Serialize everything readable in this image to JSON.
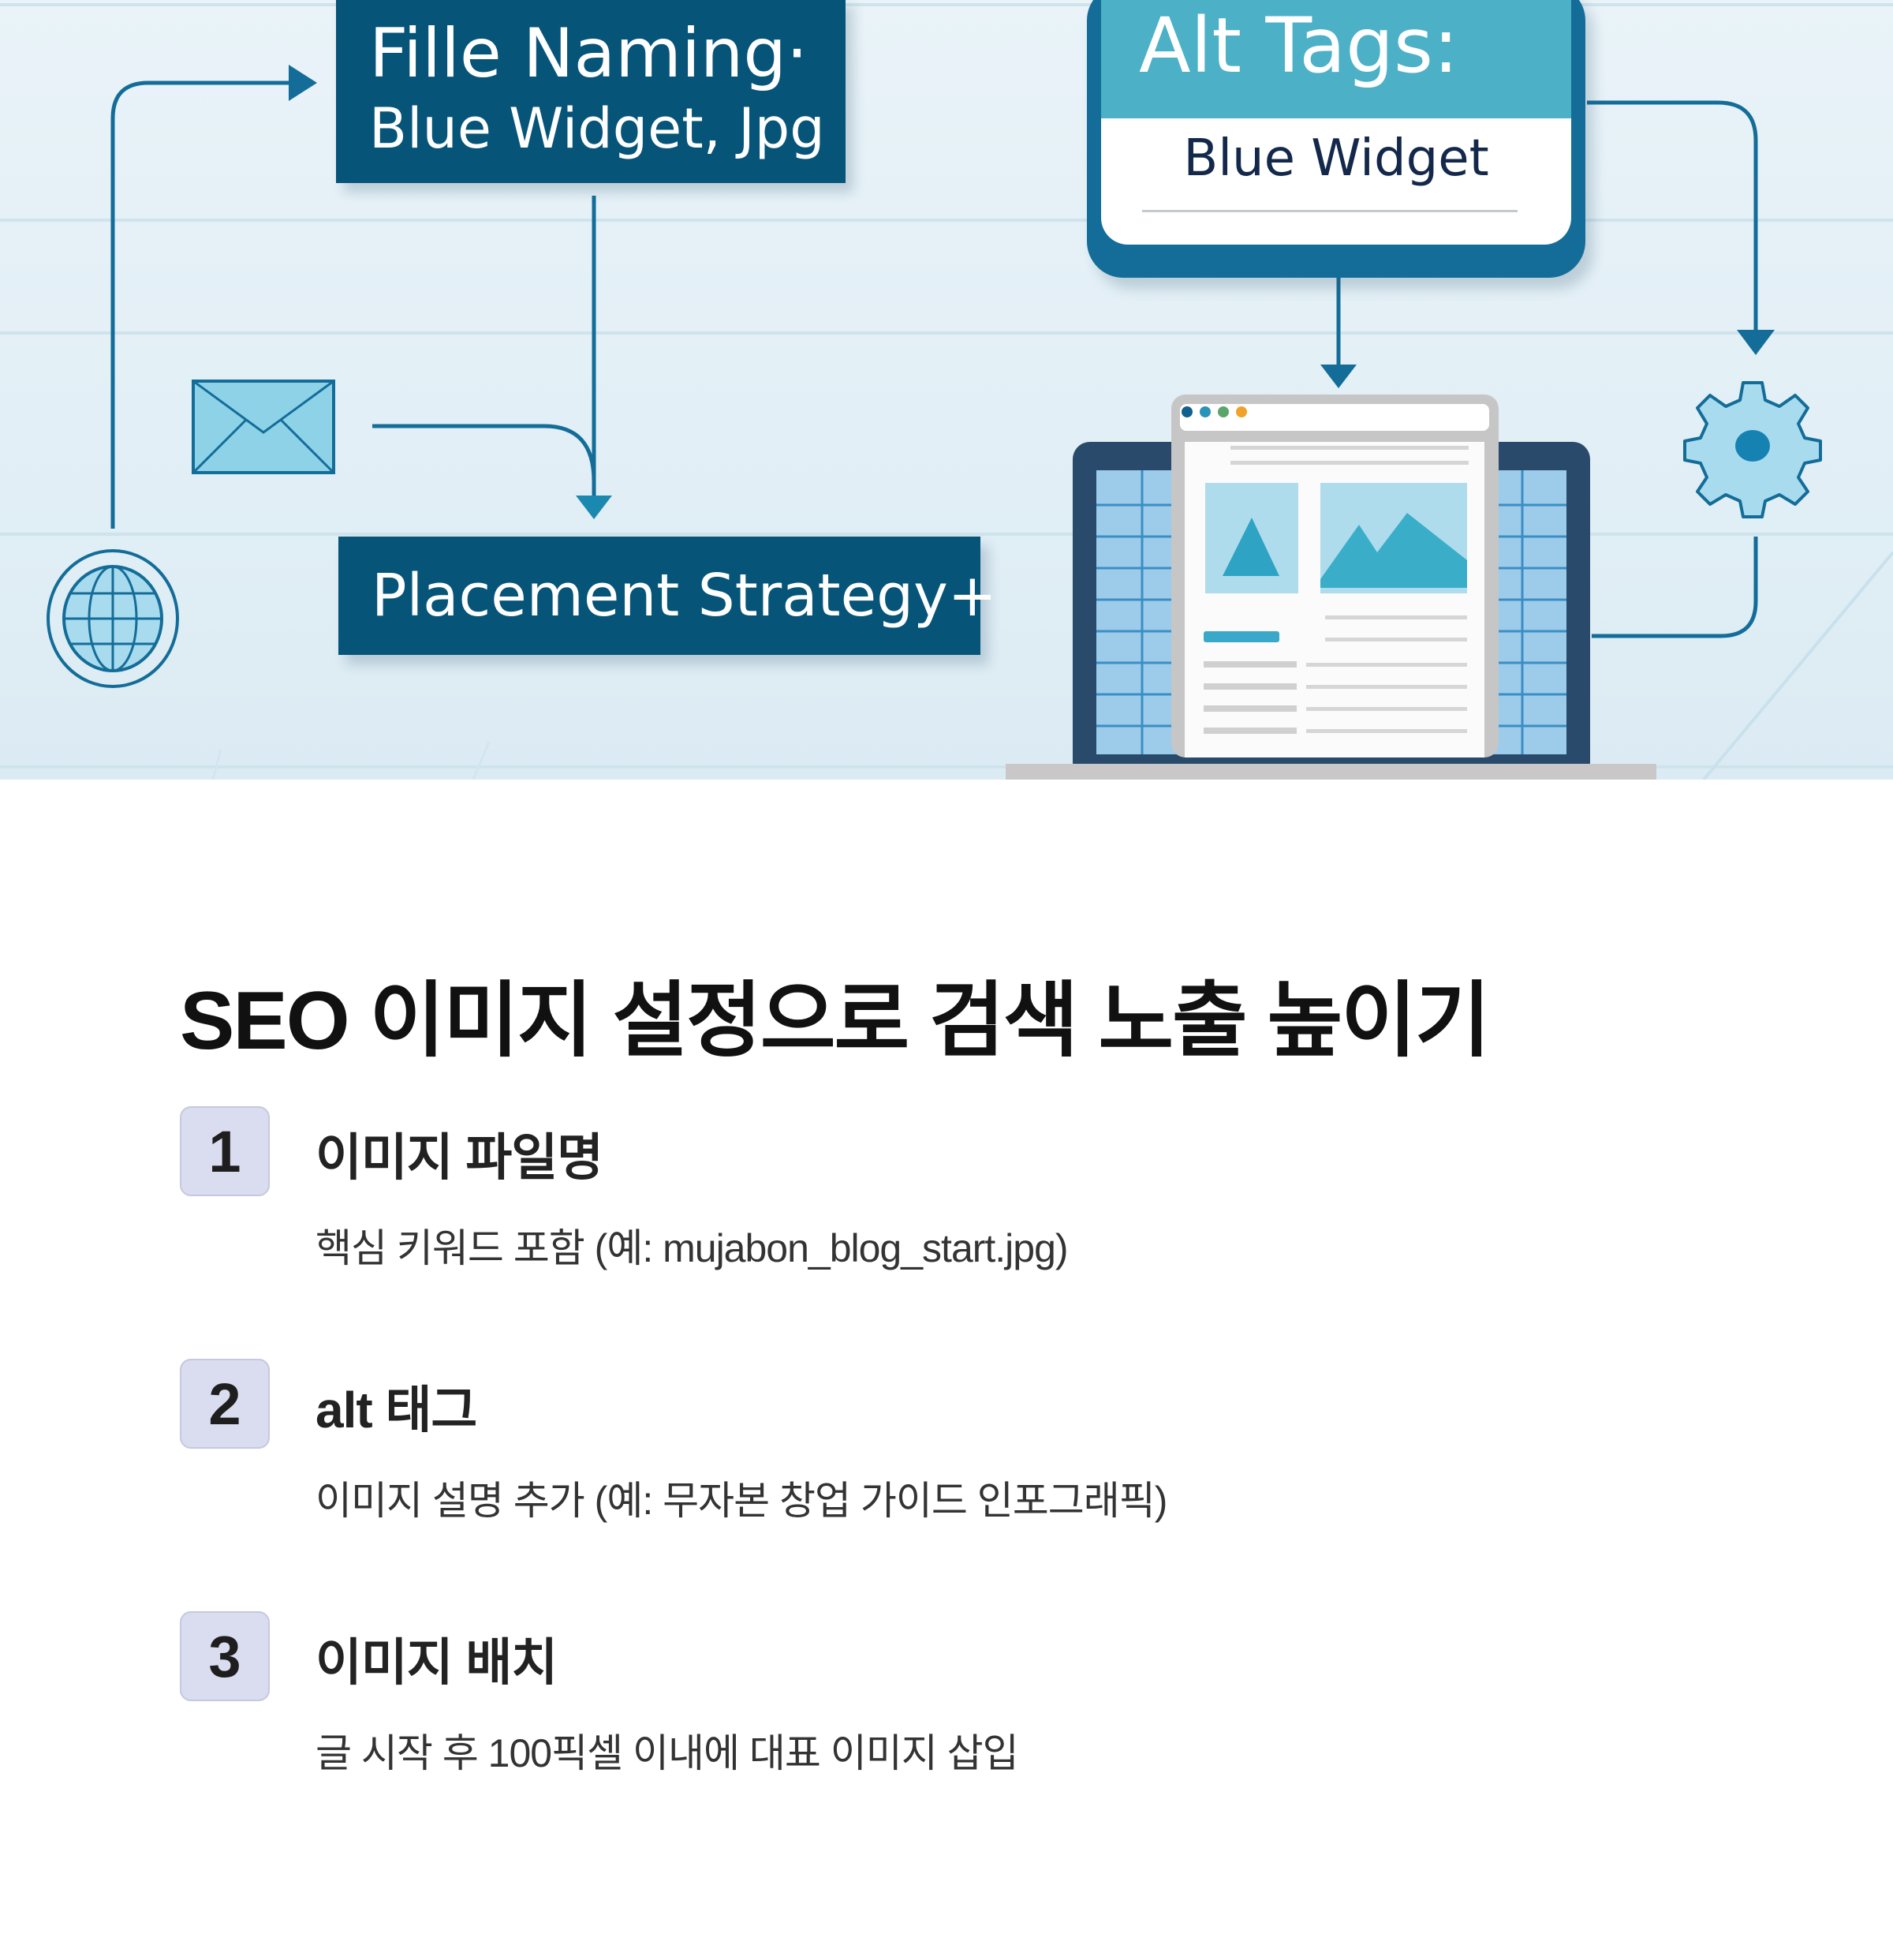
{
  "hero": {
    "file_naming": {
      "title": "Fille Naming·",
      "value": "Blue Widget, Jpg"
    },
    "alt_tags": {
      "title": "Alt Tags:",
      "value": "Blue Widget"
    },
    "placement": {
      "title": "Placement Strategy+"
    },
    "icons": [
      "globe-icon",
      "envelope-icon",
      "laptop-browser-icon",
      "gear-icon"
    ],
    "colors": {
      "dark_box": "#075479",
      "teal_header": "#4cb1c7",
      "line": "#136d98",
      "light_fill": "#a9dbee"
    },
    "browser_dots": [
      "#0f5f8f",
      "#2a93b8",
      "#5aa56a",
      "#f0a22a"
    ]
  },
  "article": {
    "title": "SEO 이미지 설정으로 검색 노출 높이기",
    "steps": [
      {
        "number": "1",
        "title": "이미지 파일명",
        "description": "핵심 키워드 포함 (예: mujabon_blog_start.jpg)"
      },
      {
        "number": "2",
        "title": "alt 태그",
        "description": "이미지 설명 추가 (예: 무자본 창업 가이드 인포그래픽)"
      },
      {
        "number": "3",
        "title": "이미지 배치",
        "description": "글 시작 후 100픽셀 이내에 대표 이미지 삽입"
      }
    ],
    "colors": {
      "badge_bg": "#dadcf0",
      "badge_border": "#c5c8e0",
      "title": "#111111",
      "text": "#333333"
    }
  }
}
